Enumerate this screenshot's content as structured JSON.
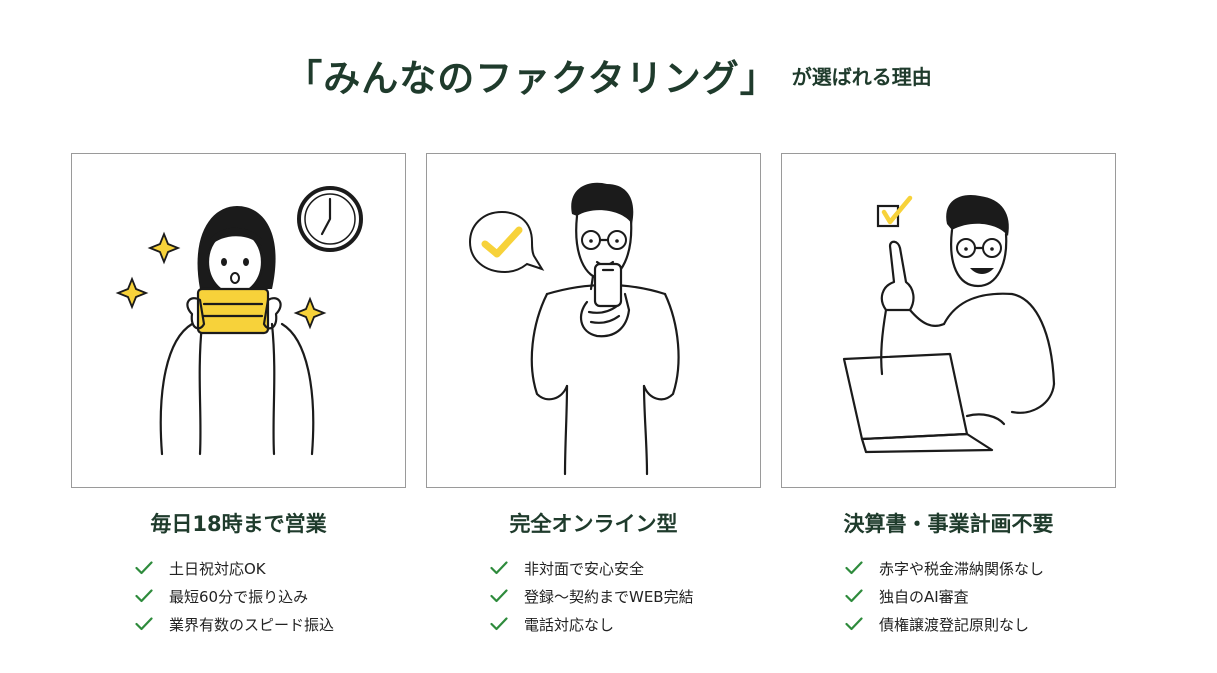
{
  "headline": {
    "brand": "「みんなのファクタリング」",
    "suffix": "が選ばれる理由"
  },
  "colors": {
    "heading": "#1f3b2c",
    "check": "#2e8b3c",
    "accent_yellow": "#f7d23a",
    "line": "#1b1b1b",
    "border": "#9a9a9a"
  },
  "cards": [
    {
      "illustration": "woman-with-tablet-and-clock",
      "title": "毎日18時まで営業",
      "points": [
        "土日祝対応OK",
        "最短60分で振り込み",
        "業界有数のスピード振込"
      ]
    },
    {
      "illustration": "man-with-smartphone-check-bubble",
      "title": "完全オンライン型",
      "points": [
        "非対面で安心安全",
        "登録〜契約までWEB完結",
        "電話対応なし"
      ]
    },
    {
      "illustration": "man-with-laptop-checkbox",
      "title": "決算書・事業計画不要",
      "points": [
        "赤字や税金滞納関係なし",
        "独自のAI審査",
        "債権譲渡登記原則なし"
      ]
    }
  ]
}
